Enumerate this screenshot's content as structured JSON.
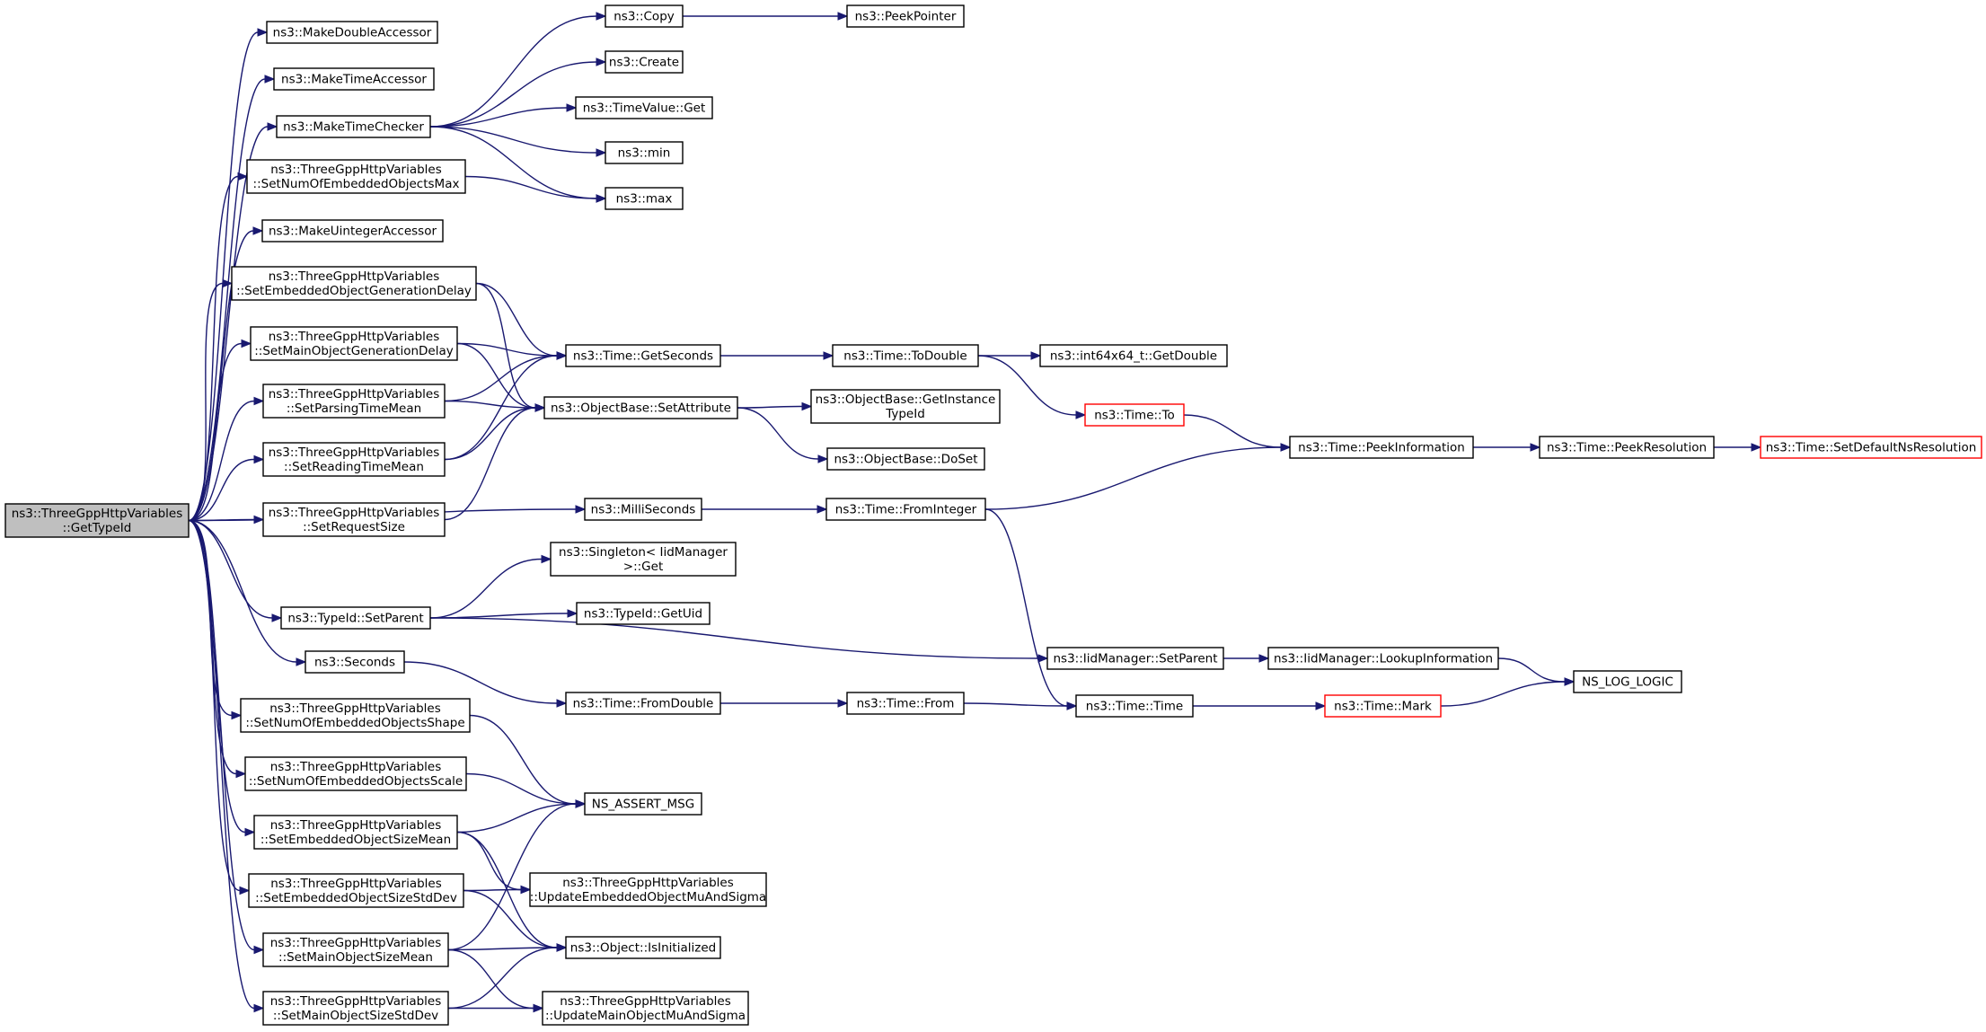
{
  "colors": {
    "edge": "#191970",
    "node_border": "#000000",
    "root_fill": "#bfbfbf",
    "truncated_border": "#ff0000"
  },
  "nodes": [
    {
      "id": "root",
      "lines": [
        "ns3::ThreeGppHttpVariables",
        "::GetTypeId"
      ],
      "style": "root"
    },
    {
      "id": "makeDoubleAccessor",
      "lines": [
        "ns3::MakeDoubleAccessor"
      ]
    },
    {
      "id": "makeTimeAccessor",
      "lines": [
        "ns3::MakeTimeAccessor"
      ]
    },
    {
      "id": "makeTimeChecker",
      "lines": [
        "ns3::MakeTimeChecker"
      ]
    },
    {
      "id": "setNumEmbMax",
      "lines": [
        "ns3::ThreeGppHttpVariables",
        "::SetNumOfEmbeddedObjectsMax"
      ]
    },
    {
      "id": "makeUintegerAccessor",
      "lines": [
        "ns3::MakeUintegerAccessor"
      ]
    },
    {
      "id": "setEmbGenDelay",
      "lines": [
        "ns3::ThreeGppHttpVariables",
        "::SetEmbeddedObjectGenerationDelay"
      ]
    },
    {
      "id": "setMainGenDelay",
      "lines": [
        "ns3::ThreeGppHttpVariables",
        "::SetMainObjectGenerationDelay"
      ]
    },
    {
      "id": "setParsingTimeMean",
      "lines": [
        "ns3::ThreeGppHttpVariables",
        "::SetParsingTimeMean"
      ]
    },
    {
      "id": "setReadingTimeMean",
      "lines": [
        "ns3::ThreeGppHttpVariables",
        "::SetReadingTimeMean"
      ]
    },
    {
      "id": "setRequestSize",
      "lines": [
        "ns3::ThreeGppHttpVariables",
        "::SetRequestSize"
      ]
    },
    {
      "id": "typeIdSetParent",
      "lines": [
        "ns3::TypeId::SetParent"
      ]
    },
    {
      "id": "seconds",
      "lines": [
        "ns3::Seconds"
      ]
    },
    {
      "id": "setNumEmbShape",
      "lines": [
        "ns3::ThreeGppHttpVariables",
        "::SetNumOfEmbeddedObjectsShape"
      ]
    },
    {
      "id": "setNumEmbScale",
      "lines": [
        "ns3::ThreeGppHttpVariables",
        "::SetNumOfEmbeddedObjectsScale"
      ]
    },
    {
      "id": "setEmbSizeMean",
      "lines": [
        "ns3::ThreeGppHttpVariables",
        "::SetEmbeddedObjectSizeMean"
      ]
    },
    {
      "id": "setEmbSizeStdDev",
      "lines": [
        "ns3::ThreeGppHttpVariables",
        "::SetEmbeddedObjectSizeStdDev"
      ]
    },
    {
      "id": "setMainSizeMean",
      "lines": [
        "ns3::ThreeGppHttpVariables",
        "::SetMainObjectSizeMean"
      ]
    },
    {
      "id": "setMainSizeStdDev",
      "lines": [
        "ns3::ThreeGppHttpVariables",
        "::SetMainObjectSizeStdDev"
      ]
    },
    {
      "id": "copy",
      "lines": [
        "ns3::Copy"
      ]
    },
    {
      "id": "create",
      "lines": [
        "ns3::Create"
      ]
    },
    {
      "id": "timeValueGet",
      "lines": [
        "ns3::TimeValue::Get"
      ]
    },
    {
      "id": "min",
      "lines": [
        "ns3::min"
      ]
    },
    {
      "id": "max",
      "lines": [
        "ns3::max"
      ]
    },
    {
      "id": "timeGetSeconds",
      "lines": [
        "ns3::Time::GetSeconds"
      ]
    },
    {
      "id": "setAttribute",
      "lines": [
        "ns3::ObjectBase::SetAttribute"
      ]
    },
    {
      "id": "milliSeconds",
      "lines": [
        "ns3::MilliSeconds"
      ]
    },
    {
      "id": "singletonGet",
      "lines": [
        "ns3::Singleton< IidManager",
        " >::Get"
      ]
    },
    {
      "id": "typeIdGetUid",
      "lines": [
        "ns3::TypeId::GetUid"
      ]
    },
    {
      "id": "timeFromDouble",
      "lines": [
        "ns3::Time::FromDouble"
      ]
    },
    {
      "id": "nsAssertMsg",
      "lines": [
        "NS_ASSERT_MSG"
      ]
    },
    {
      "id": "updateEmb",
      "lines": [
        "ns3::ThreeGppHttpVariables",
        "::UpdateEmbeddedObjectMuAndSigma"
      ]
    },
    {
      "id": "isInitialized",
      "lines": [
        "ns3::Object::IsInitialized"
      ]
    },
    {
      "id": "updateMain",
      "lines": [
        "ns3::ThreeGppHttpVariables",
        "::UpdateMainObjectMuAndSigma"
      ]
    },
    {
      "id": "peekPointer",
      "lines": [
        "ns3::PeekPointer"
      ]
    },
    {
      "id": "toDouble",
      "lines": [
        "ns3::Time::ToDouble"
      ]
    },
    {
      "id": "getInstanceTypeId",
      "lines": [
        "ns3::ObjectBase::GetInstance",
        "TypeId"
      ]
    },
    {
      "id": "doSet",
      "lines": [
        "ns3::ObjectBase::DoSet"
      ]
    },
    {
      "id": "fromInteger",
      "lines": [
        "ns3::Time::FromInteger"
      ]
    },
    {
      "id": "timeFrom",
      "lines": [
        "ns3::Time::From"
      ]
    },
    {
      "id": "getDouble",
      "lines": [
        "ns3::int64x64_t::GetDouble"
      ]
    },
    {
      "id": "timeTo",
      "lines": [
        "ns3::Time::To"
      ],
      "style": "red"
    },
    {
      "id": "iidSetParent",
      "lines": [
        "ns3::IidManager::SetParent"
      ]
    },
    {
      "id": "timeTime",
      "lines": [
        "ns3::Time::Time"
      ]
    },
    {
      "id": "peekInformation",
      "lines": [
        "ns3::Time::PeekInformation"
      ]
    },
    {
      "id": "lookupInformation",
      "lines": [
        "ns3::IidManager::LookupInformation"
      ]
    },
    {
      "id": "timeMark",
      "lines": [
        "ns3::Time::Mark"
      ],
      "style": "red"
    },
    {
      "id": "peekResolution",
      "lines": [
        "ns3::Time::PeekResolution"
      ]
    },
    {
      "id": "nsLogLogic",
      "lines": [
        "NS_LOG_LOGIC"
      ]
    },
    {
      "id": "setDefaultNsResolution",
      "lines": [
        "ns3::Time::SetDefaultNsResolution"
      ],
      "style": "red"
    }
  ],
  "edges": [
    [
      "root",
      "makeDoubleAccessor"
    ],
    [
      "root",
      "makeTimeAccessor"
    ],
    [
      "root",
      "makeTimeChecker"
    ],
    [
      "root",
      "setNumEmbMax"
    ],
    [
      "root",
      "makeUintegerAccessor"
    ],
    [
      "root",
      "setEmbGenDelay"
    ],
    [
      "root",
      "setMainGenDelay"
    ],
    [
      "root",
      "setParsingTimeMean"
    ],
    [
      "root",
      "setReadingTimeMean"
    ],
    [
      "root",
      "setRequestSize"
    ],
    [
      "root",
      "milliSeconds"
    ],
    [
      "root",
      "typeIdSetParent"
    ],
    [
      "root",
      "seconds"
    ],
    [
      "root",
      "setNumEmbShape"
    ],
    [
      "root",
      "setNumEmbScale"
    ],
    [
      "root",
      "setEmbSizeMean"
    ],
    [
      "root",
      "setEmbSizeStdDev"
    ],
    [
      "root",
      "setMainSizeMean"
    ],
    [
      "root",
      "setMainSizeStdDev"
    ],
    [
      "makeTimeChecker",
      "copy"
    ],
    [
      "makeTimeChecker",
      "create"
    ],
    [
      "makeTimeChecker",
      "timeValueGet"
    ],
    [
      "makeTimeChecker",
      "min"
    ],
    [
      "makeTimeChecker",
      "max"
    ],
    [
      "setNumEmbMax",
      "max"
    ],
    [
      "setEmbGenDelay",
      "timeGetSeconds"
    ],
    [
      "setEmbGenDelay",
      "setAttribute"
    ],
    [
      "setMainGenDelay",
      "timeGetSeconds"
    ],
    [
      "setMainGenDelay",
      "setAttribute"
    ],
    [
      "setParsingTimeMean",
      "timeGetSeconds"
    ],
    [
      "setParsingTimeMean",
      "setAttribute"
    ],
    [
      "setReadingTimeMean",
      "timeGetSeconds"
    ],
    [
      "setReadingTimeMean",
      "setAttribute"
    ],
    [
      "setRequestSize",
      "setAttribute"
    ],
    [
      "typeIdSetParent",
      "singletonGet"
    ],
    [
      "typeIdSetParent",
      "typeIdGetUid"
    ],
    [
      "typeIdSetParent",
      "iidSetParent"
    ],
    [
      "seconds",
      "timeFromDouble"
    ],
    [
      "setNumEmbShape",
      "nsAssertMsg"
    ],
    [
      "setNumEmbScale",
      "nsAssertMsg"
    ],
    [
      "setEmbSizeMean",
      "nsAssertMsg"
    ],
    [
      "setEmbSizeMean",
      "updateEmb"
    ],
    [
      "setEmbSizeMean",
      "isInitialized"
    ],
    [
      "setEmbSizeStdDev",
      "updateEmb"
    ],
    [
      "setEmbSizeStdDev",
      "isInitialized"
    ],
    [
      "setMainSizeMean",
      "nsAssertMsg"
    ],
    [
      "setMainSizeMean",
      "isInitialized"
    ],
    [
      "setMainSizeMean",
      "updateMain"
    ],
    [
      "setMainSizeStdDev",
      "isInitialized"
    ],
    [
      "setMainSizeStdDev",
      "updateMain"
    ],
    [
      "copy",
      "peekPointer"
    ],
    [
      "timeGetSeconds",
      "toDouble"
    ],
    [
      "setAttribute",
      "getInstanceTypeId"
    ],
    [
      "setAttribute",
      "doSet"
    ],
    [
      "milliSeconds",
      "fromInteger"
    ],
    [
      "timeFromDouble",
      "timeFrom"
    ],
    [
      "toDouble",
      "getDouble"
    ],
    [
      "toDouble",
      "timeTo"
    ],
    [
      "timeTo",
      "peekInformation"
    ],
    [
      "fromInteger",
      "peekInformation"
    ],
    [
      "fromInteger",
      "timeTime"
    ],
    [
      "timeFrom",
      "timeTime"
    ],
    [
      "iidSetParent",
      "lookupInformation"
    ],
    [
      "timeTime",
      "timeMark"
    ],
    [
      "peekInformation",
      "peekResolution"
    ],
    [
      "lookupInformation",
      "nsLogLogic"
    ],
    [
      "timeMark",
      "nsLogLogic"
    ],
    [
      "peekResolution",
      "setDefaultNsResolution"
    ]
  ]
}
